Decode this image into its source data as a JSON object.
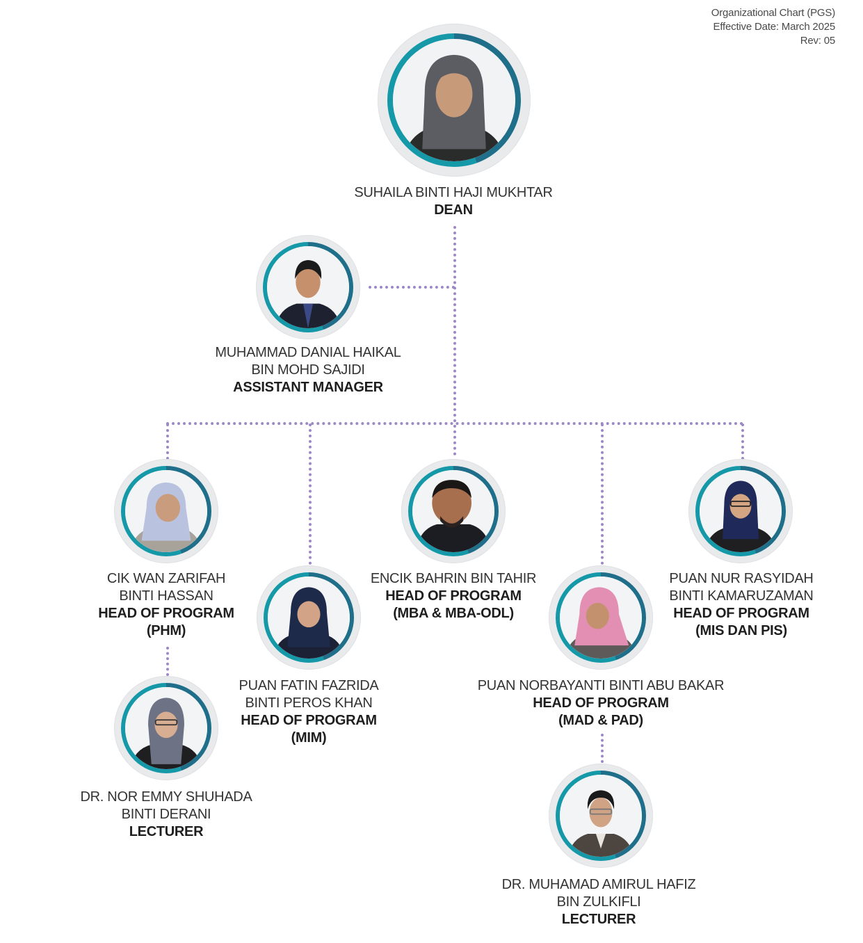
{
  "header": {
    "line1": "Organizational Chart (PGS)",
    "line2": "Effective Date: March 2025",
    "line3": "Rev: 05"
  },
  "colors": {
    "connector": "#9c88c7",
    "ring_teal": "#1598a8",
    "ring_dark": "#1f6f8a",
    "outer_ring": "#e9eaec"
  },
  "nodes": {
    "dean": {
      "name_line1": "SUHAILA BINTI HAJI MUKHTAR",
      "role": "DEAN"
    },
    "assistant_manager": {
      "name_line1": "MUHAMMAD DANIAL HAIKAL",
      "name_line2": "BIN MOHD SAJIDI",
      "role": "ASSISTANT MANAGER"
    },
    "hop_phm": {
      "name_line1": "CIK WAN ZARIFAH",
      "name_line2": "BINTI HASSAN",
      "role": "HEAD OF PROGRAM",
      "program": "(PHM)"
    },
    "hop_mim": {
      "name_line1": "PUAN FATIN FAZRIDA",
      "name_line2": "BINTI PEROS KHAN",
      "role": "HEAD OF PROGRAM",
      "program": "(MIM)"
    },
    "hop_mba": {
      "name_line1": "ENCIK BAHRIN BIN TAHIR",
      "role": "HEAD OF PROGRAM",
      "program": "(MBA & MBA-ODL)"
    },
    "hop_mad": {
      "name_line1": "PUAN NORBAYANTI BINTI ABU BAKAR",
      "role": "HEAD OF PROGRAM",
      "program": "(MAD & PAD)"
    },
    "hop_mis": {
      "name_line1": "PUAN NUR RASYIDAH",
      "name_line2": "BINTI KAMARUZAMAN",
      "role": "HEAD OF PROGRAM",
      "program": "(MIS DAN PIS)"
    },
    "lecturer_phm": {
      "name_line1": "DR. NOR EMMY SHUHADA",
      "name_line2": "BINTI DERANI",
      "role": "LECTURER"
    },
    "lecturer_mad": {
      "name_line1": "DR. MUHAMAD AMIRUL HAFIZ",
      "name_line2": "BIN ZULKIFLI",
      "role": "LECTURER"
    }
  }
}
